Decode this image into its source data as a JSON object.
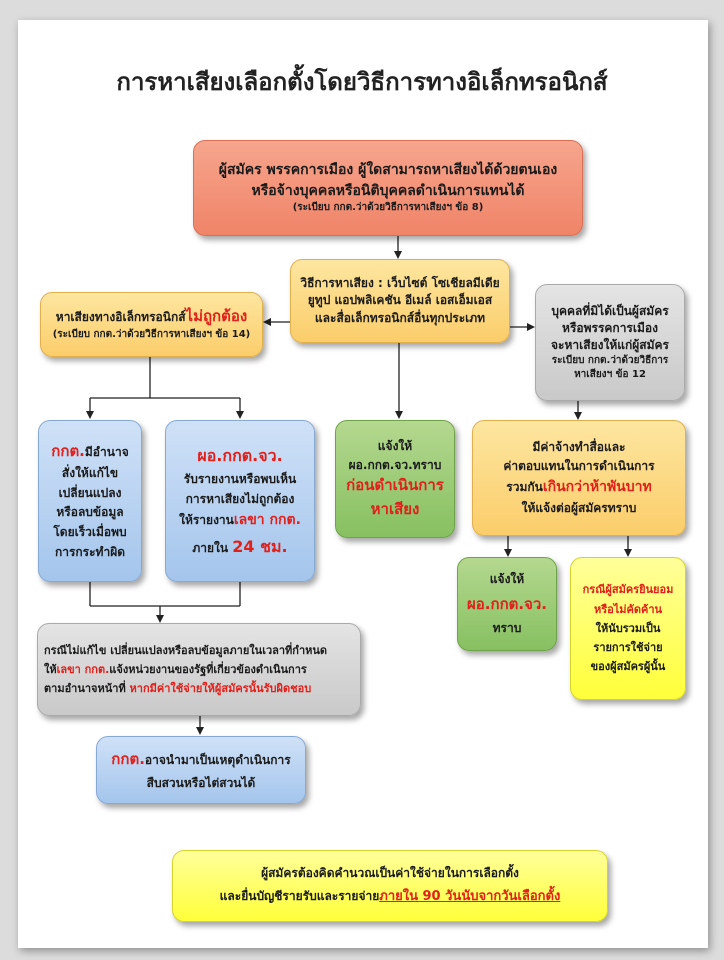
{
  "title": "การหาเสียงเลือกตั้งโดยวิธีการทางอิเล็กทรอนิกส์",
  "top_box": {
    "line1": "ผู้สมัคร พรรคการเมือง ผู้ใดสามารถหาเสียงได้ด้วยตนเอง",
    "line2": "หรือจ้างบุคคลหรือนิติบุคคลดำเนินการแทนได้",
    "note": "(ระเบียบ กกต.ว่าด้วยวิธีการหาเสียงฯ ข้อ 8)"
  },
  "methods_box": {
    "line1": "วิธีการหาเสียง : เว็บไซต์  โซเชียลมีเดีย",
    "line2": "ยูทูป แอปพลิเคชัน อีเมล์ เอสเอ็มเอส",
    "line3": "และสื่อเล็กทรอนิกส์อื่นทุกประเภท"
  },
  "wrong_box": {
    "prefix": "หาเสียงทางอิเล็กทรอนิกส์",
    "highlight": "ไม่ถูกต้อง",
    "note": "(ระเบียบ กกต.ว่าด้วยวิธีการหาเสียงฯ ข้อ 14)"
  },
  "third_party_box": {
    "line1": "บุคคลที่มิได้เป็นผู้สมัคร",
    "line2": "หรือพรรคการเมือง",
    "line3": "จะหาเสียงให้แก่ผู้สมัคร",
    "note1": "ระเบียบ กกต.ว่าด้วยวิธีการ",
    "note2": "หาเสียงฯ ข้อ 12"
  },
  "ect_box": {
    "prefix": "กกต.",
    "line1": "มีอำนาจ",
    "line2": "สั่งให้แก้ไข",
    "line3": "เปลี่ยนแปลง",
    "line4": "หรือลบข้อมูล",
    "line5": "โดยเร็วเมื่อพบ",
    "line6": "การกระทำผิด"
  },
  "director_box": {
    "heading": "ผอ.กกต.จว.",
    "line1": "รับรายงานหรือพบเห็น",
    "line2": "การหาเสียงไม่ถูกต้อง",
    "line3_prefix": "ให้รายงาน",
    "line3_highlight": "เลขา กกต.",
    "line4_prefix": "ภายใน ",
    "line4_highlight": "24 ชม."
  },
  "notify_box": {
    "line1": "แจ้งให้",
    "line2": "ผอ.กกต.จว.ทราบ",
    "highlight1": "ก่อนดำเนินการ",
    "highlight2": "หาเสียง"
  },
  "cost_box": {
    "line1": "มีค่าจ้างทำสื่อและ",
    "line2": "ค่าตอบแทนในการดำเนินการ",
    "line3_prefix": "รวมกัน",
    "line3_highlight": "เกินกว่าห้าพันบาท",
    "line4": "ให้แจ้งต่อผู้สมัครทราบ"
  },
  "notify2_box": {
    "line1": "แจ้งให้",
    "highlight": "ผอ.กกต.จว.",
    "line3": "ทราบ"
  },
  "consent_box": {
    "highlight1": "กรณีผู้สมัครยินยอม",
    "highlight2": "หรือไม่คัดค้าน",
    "line3": "ให้นับรวมเป็น",
    "line4": "รายการใช้จ่าย",
    "line5": "ของผู้สมัครผู้นั้น"
  },
  "nofix_box": {
    "line1": "กรณีไม่แก้ไข เปลี่ยนแปลงหรือลบข้อมูลภายในเวลาที่กำหนด",
    "line2_prefix": "ให้",
    "line2_highlight": "เลขา กกต.",
    "line2_suffix": "แจ้งหน่วยงานของรัฐที่เกี่ยวข้องดำเนินการ",
    "line3_prefix": "ตามอำนาจหน้าที่ ",
    "line3_highlight": "หากมีค่าใช้จ่ายให้ผู้สมัครนั้นรับผิดชอบ"
  },
  "investigate_box": {
    "prefix": "กกต.",
    "line1": "อาจนำมาเป็นเหตุดำเนินการ",
    "line2": "สืบสวนหรือไต่สวนได้"
  },
  "bottom_box": {
    "line1": "ผู้สมัครต้องคิดคำนวณเป็นค่าใช้จ่ายในการเลือกตั้ง",
    "line2_prefix": "และยื่นบัญชีรายรับและรายจ่าย",
    "line2_highlight": "ภายใน 90 วันนับจากวันเลือกตั้ง"
  }
}
